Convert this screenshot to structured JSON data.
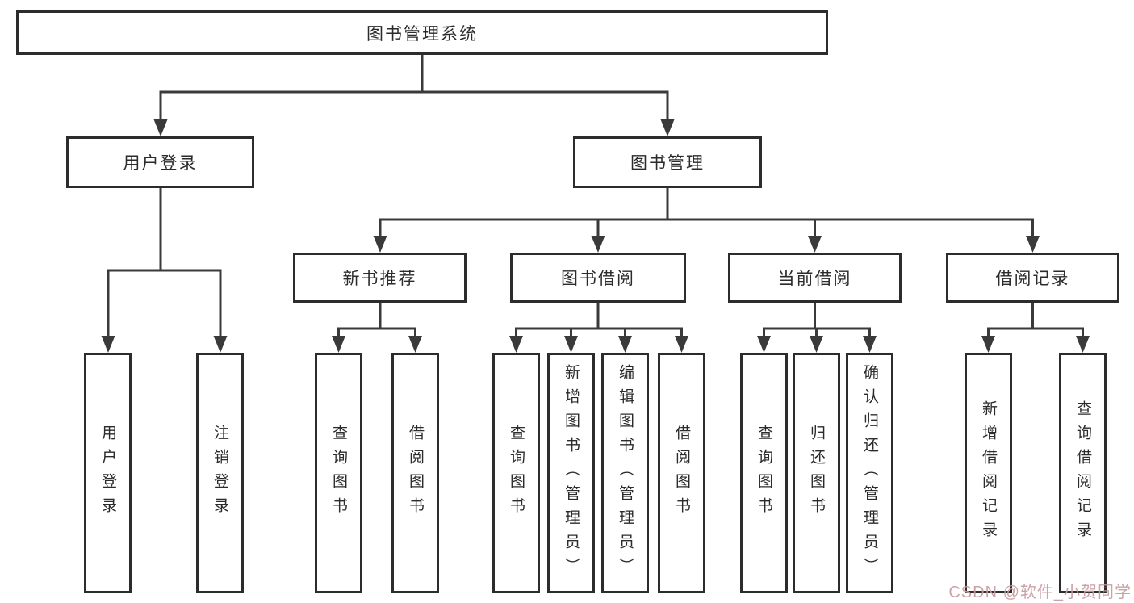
{
  "tree": {
    "root": {
      "label": "图书管理系统"
    },
    "children": [
      {
        "label": "用户登录",
        "children": [
          {
            "label": "用户登录"
          },
          {
            "label": "注销登录"
          }
        ]
      },
      {
        "label": "图书管理",
        "children": [
          {
            "label": "新书推荐",
            "children": [
              {
                "label": "查询图书"
              },
              {
                "label": "借阅图书"
              }
            ]
          },
          {
            "label": "图书借阅",
            "children": [
              {
                "label": "查询图书"
              },
              {
                "label": "新增图书（管理员）"
              },
              {
                "label": "编辑图书（管理员）"
              },
              {
                "label": "借阅图书"
              }
            ]
          },
          {
            "label": "当前借阅",
            "children": [
              {
                "label": "查询图书"
              },
              {
                "label": "归还图书"
              },
              {
                "label": "确认归还（管理员）"
              }
            ]
          },
          {
            "label": "借阅记录",
            "children": [
              {
                "label": "新增借阅记录"
              },
              {
                "label": "查询借阅记录"
              }
            ]
          }
        ]
      }
    ]
  },
  "watermark": {
    "text": "CSDN @软件_小贺同学"
  },
  "colors": {
    "background": "#ffffff",
    "line": "#3a3a3a",
    "box_border": "#2c2c2c",
    "text": "#2b2b2b",
    "watermark": "#c79ba0"
  }
}
